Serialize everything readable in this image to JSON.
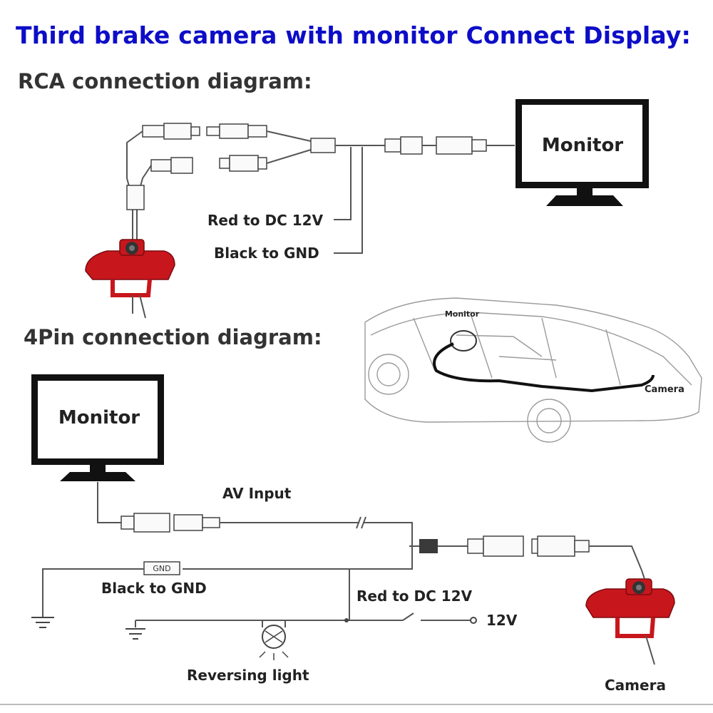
{
  "page_title": "Third brake camera with monitor Connect Display:",
  "rca": {
    "title": "RCA  connection diagram:",
    "monitor_label": "Monitor",
    "red_label": "Red to DC 12V",
    "black_label": "Black to GND"
  },
  "car": {
    "monitor_label": "Monitor",
    "camera_label": "Camera"
  },
  "pin4": {
    "title": "4Pin connection diagram:",
    "monitor_label": "Monitor",
    "av_label": "AV Input",
    "gnd_tag": "GND",
    "black_label": "Black to GND",
    "red_label": "Red to DC 12V",
    "voltage_label": "12V",
    "reversing_label": "Reversing light",
    "camera_label": "Camera"
  },
  "colors": {
    "title": "#0d0dc8",
    "camera_red": "#c8161d",
    "text": "#222222"
  }
}
